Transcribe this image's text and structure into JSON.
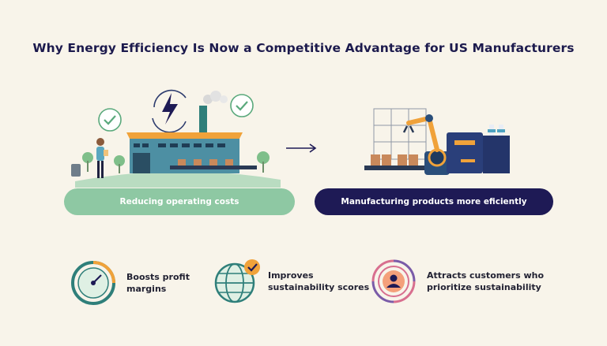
{
  "title": "Why Energy Efficiency Is Now a Competitive Advantage for US Manufacturers",
  "left_pill": "Reducing operating costs",
  "right_pill": "Manufacturing products more eficiently",
  "benefits": [
    {
      "line1": "Boosts profit",
      "line2": "margins",
      "icon": "gauge-icon"
    },
    {
      "line1": "Improves",
      "line2": "sustainability scores",
      "icon": "globe-check-icon"
    },
    {
      "line1": "Attracts customers who",
      "line2": "prioritize sustainability",
      "icon": "customer-target-icon"
    }
  ],
  "colors": {
    "background": "#f8f4ea",
    "navy": "#1e1a55",
    "mint": "#8ec8a3",
    "teal": "#2f7f7a",
    "orange": "#f0a23a"
  }
}
